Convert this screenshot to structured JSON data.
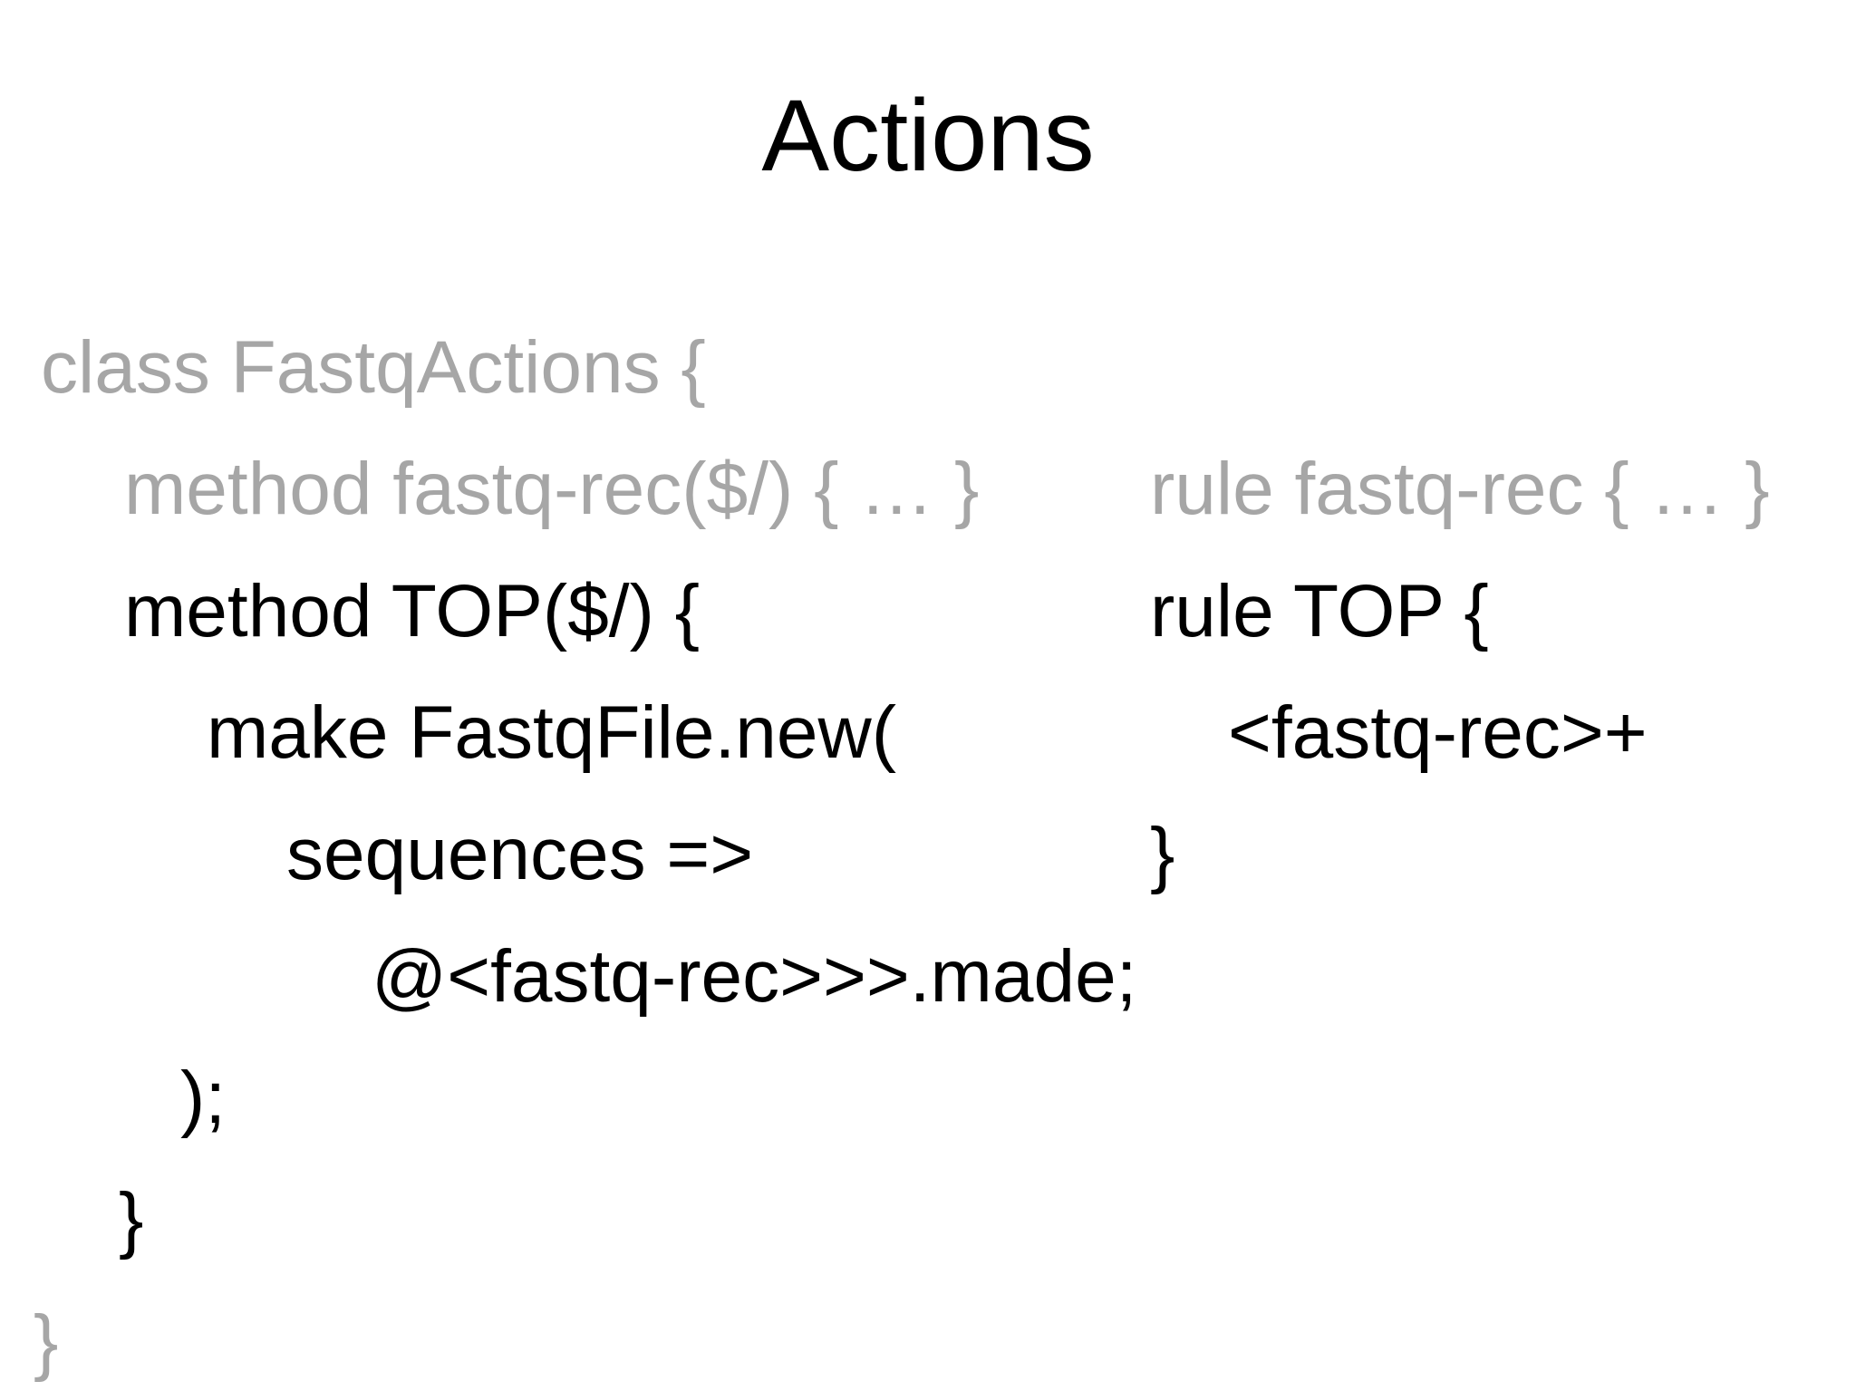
{
  "slide": {
    "title": "Actions",
    "colors": {
      "background": "#ffffff",
      "text": "#000000",
      "muted_text": "#a6a6a6"
    },
    "code": {
      "left": [
        {
          "text": "class FastqActions {",
          "emphasis": "muted"
        },
        {
          "text": "method fastq-rec($/) { … }",
          "emphasis": "muted"
        },
        {
          "text": "method TOP($/) {",
          "emphasis": "normal"
        },
        {
          "text": "make FastqFile.new(",
          "emphasis": "normal"
        },
        {
          "text": "sequences =>",
          "emphasis": "normal"
        },
        {
          "text": "@<fastq-rec>>>.made;",
          "emphasis": "normal"
        },
        {
          "text": ");",
          "emphasis": "normal"
        },
        {
          "text": "}",
          "emphasis": "normal"
        },
        {
          "text": "}",
          "emphasis": "muted"
        }
      ],
      "right": [
        {
          "text": "rule fastq-rec { … }",
          "emphasis": "muted"
        },
        {
          "text": "rule TOP {",
          "emphasis": "normal"
        },
        {
          "text": "<fastq-rec>+",
          "emphasis": "normal"
        },
        {
          "text": "}",
          "emphasis": "normal"
        }
      ]
    }
  }
}
